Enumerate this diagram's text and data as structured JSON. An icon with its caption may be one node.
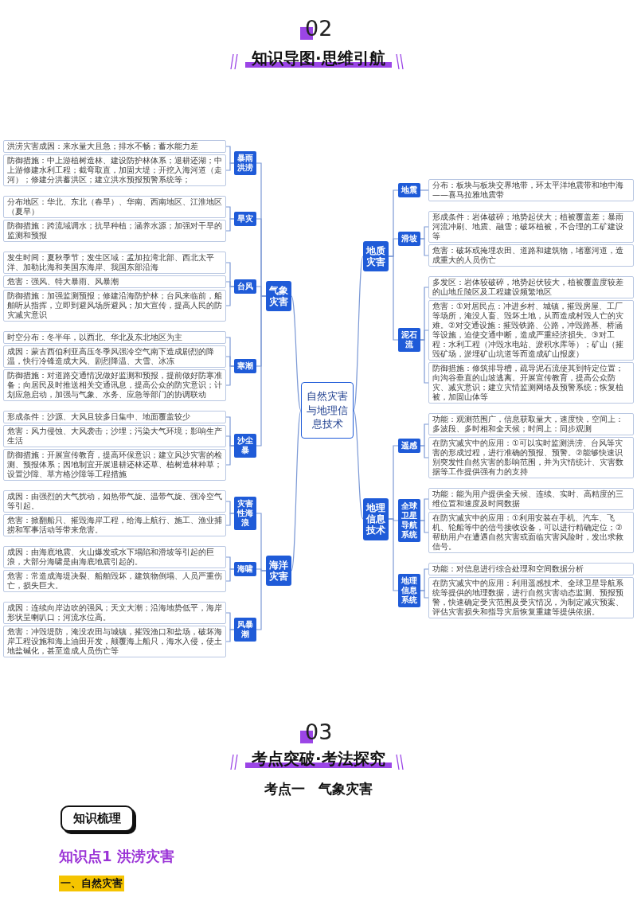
{
  "diagram": {
    "title": "知识导图·思维引航",
    "nodes": [
      {
        "text": [
          "自然灾害与地理信息技术"
        ]
      },
      {
        "text": [
          "气象灾害"
        ]
      },
      {
        "text": [
          "暴雨洪涝"
        ]
      },
      {
        "text": [
          "洪涝灾害成因：来水量大且急；排水不畅；蓄水能力差"
        ]
      },
      {
        "text": [
          "防御措施：中上游植树造林、建设防护林体系；退耕还湖；中上游修建水利工程；截弯取直，加固大堤；开挖入海河道（走河）；修建分洪蓄洪区；建立洪水预报预警系统等；"
        ]
      },
      {
        "text": [
          "旱灾"
        ]
      },
      {
        "text": [
          "分布地区：华北、东北（春旱）、华南、西南地区、江淮地区（夏旱）"
        ]
      },
      {
        "text": [
          "防御措施：跨流域调水；抗旱种植；涵养水源；加强对干旱的监测和预报"
        ]
      },
      {
        "text": [
          "台风"
        ]
      },
      {
        "text": [
          "发生时间：夏秋季节；发生区域：孟加拉湾北部、西北太平洋、加勒比海和美国东海岸、我国东部沿海"
        ]
      },
      {
        "text": [
          "危害：强风、特大暴雨、风暴潮"
        ]
      },
      {
        "text": [
          "防御措施：加强监测预报；修建沿海防护林；台风来临前，船舶听从指挥，立即到避风场所避风；加大宣传，提高人民的防灾减灾意识"
        ]
      },
      {
        "text": [
          "寒潮"
        ]
      },
      {
        "text": [
          "时空分布：冬半年，以西北、华北及东北地区为主"
        ]
      },
      {
        "text": [
          "成因：蒙古西伯利亚高压冬季风强冷空气南下造成剧烈的降温，快行冷锋造成大风、剧烈降温、大雪、冰冻"
        ]
      },
      {
        "text": [
          "防御措施：对道路交通情况做好监测和预报，提前做好防寒准备；向居民及时推送相关交通讯息，提高公众的防灾意识；计划应急启动，加强与气象、水务、应急等部门的协调联动"
        ]
      },
      {
        "text": [
          "沙尘暴"
        ]
      },
      {
        "text": [
          "形成条件：沙源、大风且较多日集中、地面覆盖较少"
        ]
      },
      {
        "text": [
          "危害：风力侵蚀、大风袭击；沙埋；污染大气环境；影响生产生活"
        ]
      },
      {
        "text": [
          "防御措施：开展宣传教育，提高环保意识；建立风沙灾害的检测、预报体系；因地制宜开展退耕还林还草、植树造林种草；设置沙障、草方格沙障等工程措施"
        ]
      },
      {
        "text": [
          "海洋灾害"
        ]
      },
      {
        "text": [
          "灾害性海浪"
        ]
      },
      {
        "text": [
          "成因：由强烈的大气扰动，如热带气旋、温带气旋、强冷空气等引起。"
        ]
      },
      {
        "text": [
          "危害：掀翻船只、摧毁海岸工程，给海上航行、施工、渔业捕捞和军事活动等带来危害。"
        ]
      },
      {
        "text": [
          "海啸"
        ]
      },
      {
        "text": [
          "成因：由海底地震、火山爆发或水下塌陷和滑坡等引起的巨浪，大部分海啸是由海底地震引起的。"
        ]
      },
      {
        "text": [
          "危害：常造成海堤决裂、船舶毁坏，建筑物倒塌、人员严重伤亡，损失巨大。"
        ]
      },
      {
        "text": [
          "风暴潮"
        ]
      },
      {
        "text": [
          "成因：连续向岸边吹的强风；天文大潮；沿海地势低平，海岸形状呈喇叭口；河流水位高。"
        ]
      },
      {
        "text": [
          "危害：冲毁堤防，淹没农田与城镇，摧毁渔口和盐场，破坏海岸工程设施和海上油田开发，颠覆海上船只，海水入侵，使土地盐碱化，甚至造成人员伤亡等"
        ]
      },
      {
        "text": [
          "地质灾害"
        ]
      },
      {
        "text": [
          "地震"
        ]
      },
      {
        "text": [
          "分布：板块与板块交界地带，环太平洋地震带和地中海——喜马拉雅地震带"
        ]
      },
      {
        "text": [
          "滑坡"
        ]
      },
      {
        "text": [
          "形成条件：岩体破碎；地势起伏大；植被覆盖差；暴雨河流冲刷、地震、融雪；破坏植被，不合理的工矿建设等"
        ]
      },
      {
        "text": [
          "危害：破坏或掩埋农田、道路和建筑物，堵塞河道，造成重大的人员伤亡"
        ]
      },
      {
        "text": [
          "泥石流"
        ]
      },
      {
        "text": [
          "多发区：岩体较破碎，地势起伏较大，植被覆盖度较差的山地丘陵区及工程建设频繁地区"
        ]
      },
      {
        "text": [
          "危害：①对居民点：冲进乡村、城镇，摧毁房屋、工厂等场所，淹没人畜、毁坏土地，从而造成村毁人亡的灾难。②对交通设施：摧毁铁路、公路，冲毁路基、桥涵等设施，迫使交通中断，造成严重经济损失。③对工程：水利工程（冲毁水电站、淤积水库等）；矿山（摧毁矿场，淤埋矿山坑道等而造成矿山报废）"
        ]
      },
      {
        "text": [
          "防御措施：修筑排导槽，疏导泥石流使其到特定位置；向沟谷垂直的山坡逃离。开展宣传教育，提高公众防灾、减灾意识；建立灾情监测网络及预警系统；恢复植被，加固山体等"
        ]
      },
      {
        "text": [
          "地理信息技术"
        ]
      },
      {
        "text": [
          "遥感"
        ]
      },
      {
        "text": [
          "功能：观测范围广，信息获取量大，速度快，空间上：多波段、多时相和全天候；时间上：同步观测"
        ]
      },
      {
        "text": [
          "在防灾减灾中的应用：①可以实时监测洪涝、台风等灾害的形成过程，进行准确的预报、预警。②能够快速识别突发性自然灾害的影响范围，并为灾情统计、灾害数据等工作提供强有力的支持"
        ]
      },
      {
        "text": [
          "全球卫星导航系统"
        ]
      },
      {
        "text": [
          "功能：能为用户提供全天候、连续、实时、高精度的三维位置和速度及时间数据"
        ]
      },
      {
        "text": [
          "在防灾减灾中的应用：①利用安装在手机、汽车、飞机、轮船等中的信号接收设备，可以进行精确定位；②帮助用户在遭遇自然灾害或面临灾害风险时，发出求救信号。"
        ]
      },
      {
        "text": [
          "地理信息系统"
        ]
      },
      {
        "text": [
          "功能：对信息进行综合处理和空间数据分析"
        ]
      },
      {
        "text": [
          "在防灾减灾中的应用：利用遥感技术、全球卫星导航系统等提供的地理数据，进行自然灾害动态监测、预报预警，快速确定受灾范围及受灾情况，为制定减灾预案、评估灾害损失和指导灾后恢复重建等提供依据。"
        ]
      }
    ],
    "edges": [
      {
        "from": 0,
        "to": 1,
        "arrow": "none"
      },
      {
        "from": 0,
        "to": 20,
        "arrow": "none"
      },
      {
        "from": 0,
        "to": 30,
        "arrow": "none"
      },
      {
        "from": 0,
        "to": 40,
        "arrow": "none"
      },
      {
        "from": 1,
        "to": 2,
        "arrow": "none"
      },
      {
        "from": 1,
        "to": 5,
        "arrow": "none"
      },
      {
        "from": 1,
        "to": 8,
        "arrow": "none"
      },
      {
        "from": 1,
        "to": 12,
        "arrow": "none"
      },
      {
        "from": 1,
        "to": 16,
        "arrow": "none"
      },
      {
        "from": 2,
        "to": 3,
        "arrow": "none"
      },
      {
        "from": 2,
        "to": 4,
        "arrow": "none"
      },
      {
        "from": 5,
        "to": 6,
        "arrow": "none"
      },
      {
        "from": 5,
        "to": 7,
        "arrow": "none"
      },
      {
        "from": 8,
        "to": 9,
        "arrow": "none"
      },
      {
        "from": 8,
        "to": 10,
        "arrow": "none"
      },
      {
        "from": 8,
        "to": 11,
        "arrow": "none"
      },
      {
        "from": 12,
        "to": 13,
        "arrow": "none"
      },
      {
        "from": 12,
        "to": 14,
        "arrow": "none"
      },
      {
        "from": 12,
        "to": 15,
        "arrow": "none"
      },
      {
        "from": 16,
        "to": 17,
        "arrow": "none"
      },
      {
        "from": 16,
        "to": 18,
        "arrow": "none"
      },
      {
        "from": 16,
        "to": 19,
        "arrow": "none"
      },
      {
        "from": 20,
        "to": 21,
        "arrow": "none"
      },
      {
        "from": 20,
        "to": 24,
        "arrow": "none"
      },
      {
        "from": 20,
        "to": 27,
        "arrow": "none"
      },
      {
        "from": 21,
        "to": 22,
        "arrow": "none"
      },
      {
        "from": 21,
        "to": 23,
        "arrow": "none"
      },
      {
        "from": 24,
        "to": 25,
        "arrow": "none"
      },
      {
        "from": 24,
        "to": 26,
        "arrow": "none"
      },
      {
        "from": 27,
        "to": 28,
        "arrow": "none"
      },
      {
        "from": 27,
        "to": 29,
        "arrow": "none"
      },
      {
        "from": 30,
        "to": 31,
        "arrow": "none"
      },
      {
        "from": 30,
        "to": 33,
        "arrow": "none"
      },
      {
        "from": 30,
        "to": 36,
        "arrow": "none"
      },
      {
        "from": 31,
        "to": 32,
        "arrow": "none"
      },
      {
        "from": 33,
        "to": 34,
        "arrow": "none"
      },
      {
        "from": 33,
        "to": 35,
        "arrow": "none"
      },
      {
        "from": 36,
        "to": 37,
        "arrow": "none"
      },
      {
        "from": 36,
        "to": 38,
        "arrow": "none"
      },
      {
        "from": 36,
        "to": 39,
        "arrow": "none"
      },
      {
        "from": 40,
        "to": 41,
        "arrow": "none"
      },
      {
        "from": 40,
        "to": 44,
        "arrow": "none"
      },
      {
        "from": 40,
        "to": 47,
        "arrow": "none"
      },
      {
        "from": 41,
        "to": 42,
        "arrow": "none"
      },
      {
        "from": 41,
        "to": 43,
        "arrow": "none"
      },
      {
        "from": 44,
        "to": 45,
        "arrow": "none"
      },
      {
        "from": 44,
        "to": 46,
        "arrow": "none"
      },
      {
        "from": 47,
        "to": 48,
        "arrow": "none"
      },
      {
        "from": 47,
        "to": 49,
        "arrow": "none"
      }
    ],
    "labels": [
      "02",
      "03",
      "考点突破·考法探究",
      "考点一　气象灾害",
      "知识梳理",
      "知识点1 洪涝灾害",
      "一、自然灾害"
    ]
  }
}
